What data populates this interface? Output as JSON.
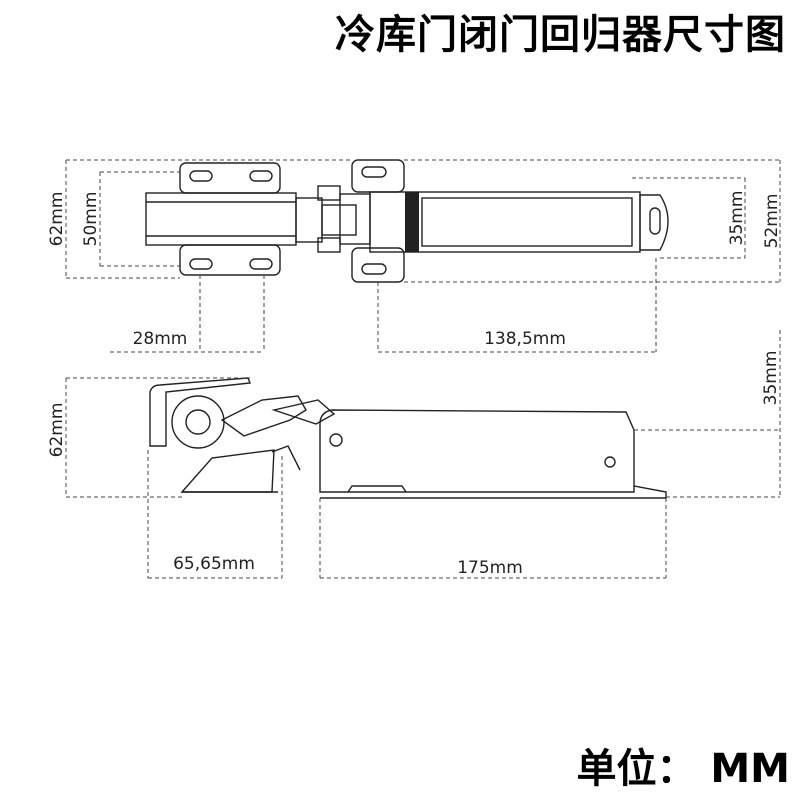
{
  "title": "冷库门闭门回归器尺寸图",
  "unit_label": "单位： MM",
  "top_view": {
    "height_outer": "62mm",
    "height_inner": "50mm",
    "right_small": "35mm",
    "right_large": "52mm",
    "width_left": "28mm",
    "width_right": "138,5mm"
  },
  "side_view": {
    "height_left": "62mm",
    "height_right": "35mm",
    "width_left": "65,65mm",
    "width_right": "175mm"
  }
}
